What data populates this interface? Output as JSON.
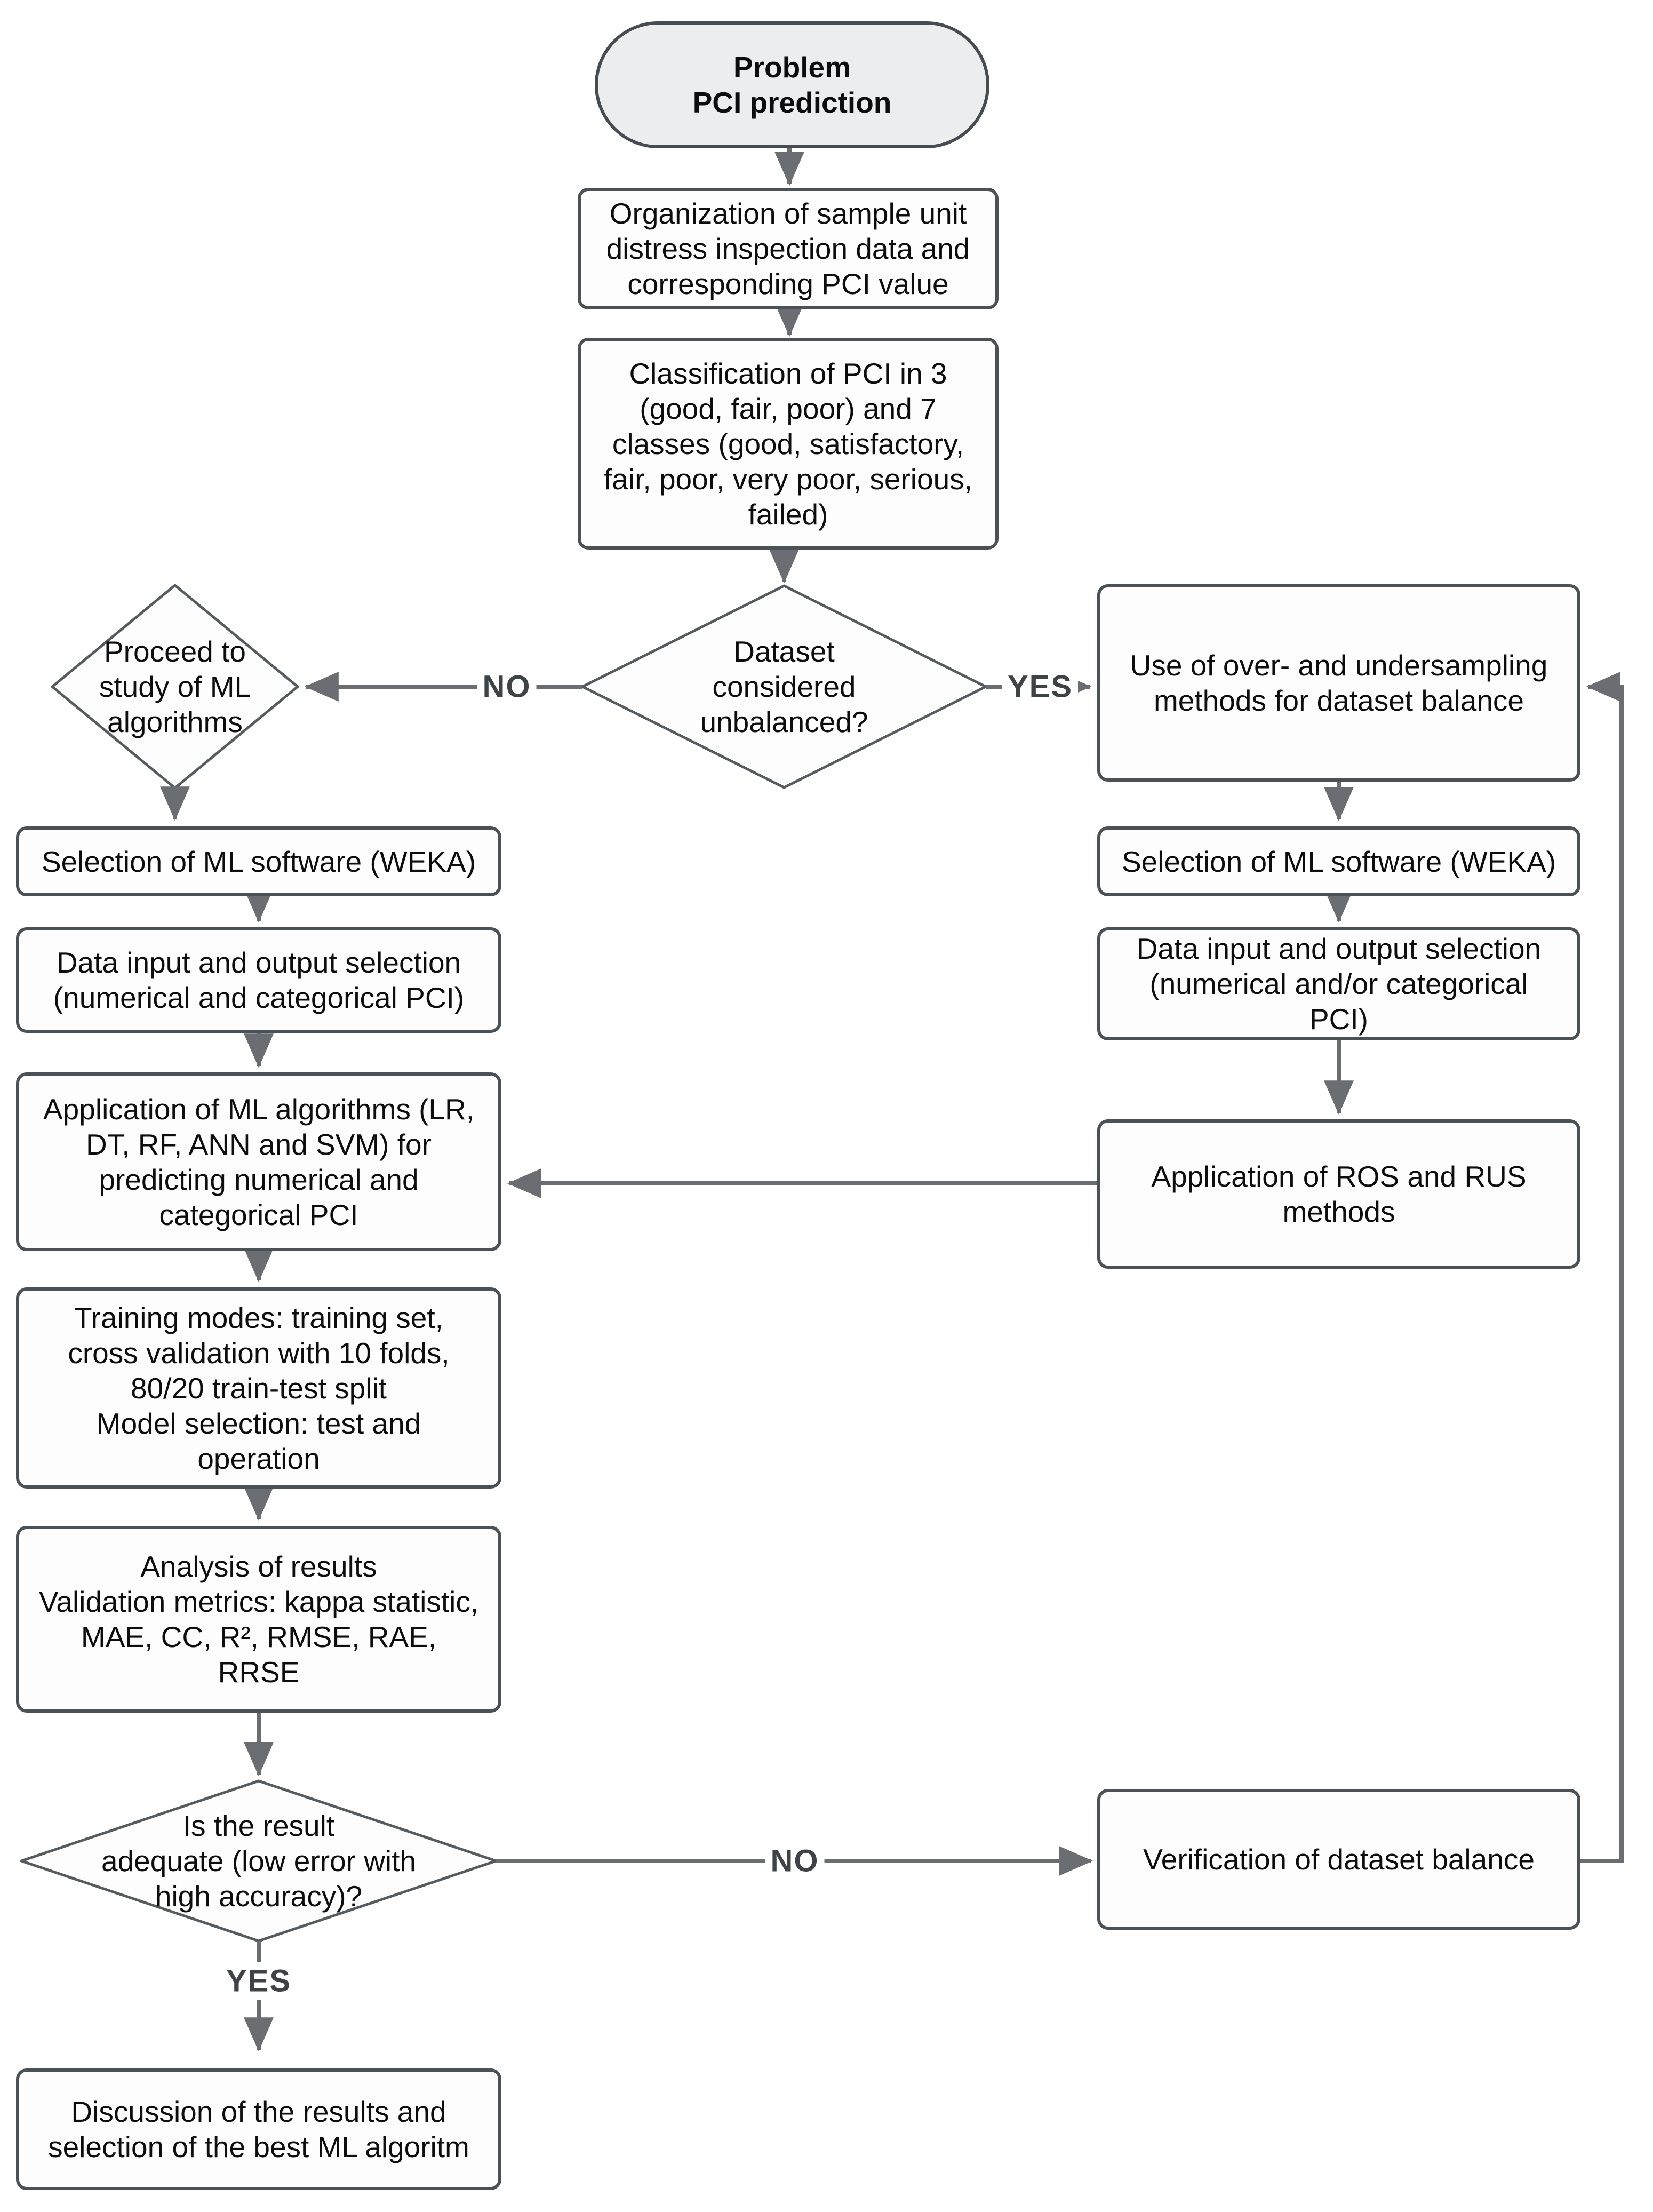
{
  "flowchart": {
    "nodes": {
      "start": {
        "label": "Problem\nPCI prediction",
        "type": "terminator"
      },
      "organize": {
        "label": "Organization of sample unit\ndistress inspection data and\ncorresponding PCI value",
        "type": "process"
      },
      "classify": {
        "label": "Classification of PCI in 3\n(good, fair, poor) and 7\nclasses (good, satisfactory,\nfair, poor, very poor, serious,\nfailed)",
        "type": "process"
      },
      "unbalanced_decision": {
        "label": "Dataset\nconsidered\nunbalanced?",
        "type": "decision"
      },
      "proceed_decision": {
        "label": "Proceed to\nstudy of ML\nalgorithms",
        "type": "decision"
      },
      "use_sampling": {
        "label": "Use of over- and undersampling\nmethods for dataset balance",
        "type": "process"
      },
      "weka_left": {
        "label": "Selection of ML software (WEKA)",
        "type": "process"
      },
      "weka_right": {
        "label": "Selection of ML software (WEKA)",
        "type": "process"
      },
      "data_io_left": {
        "label": "Data input and output selection\n(numerical and categorical PCI)",
        "type": "process"
      },
      "data_io_right": {
        "label": "Data input and output selection\n(numerical and/or categorical\nPCI)",
        "type": "process"
      },
      "apply_ml": {
        "label": "Application of ML algorithms (LR,\nDT, RF, ANN and SVM) for\npredicting numerical and\ncategorical PCI",
        "type": "process"
      },
      "ros_rus": {
        "label": "Application of ROS and RUS\nmethods",
        "type": "process"
      },
      "training_modes": {
        "label": "Training modes: training set,\ncross validation with 10 folds,\n80/20 train-test split\nModel selection: test and\noperation",
        "type": "process"
      },
      "analysis": {
        "label": "Analysis of results\nValidation metrics: kappa statistic,\nMAE, CC, R², RMSE, RAE,\nRRSE",
        "type": "process"
      },
      "adequate_decision": {
        "label": "Is the result\nadequate (low error with\nhigh accuracy)?",
        "type": "decision"
      },
      "verification": {
        "label": "Verification of dataset balance",
        "type": "process"
      },
      "discussion": {
        "label": "Discussion of the results and\nselection of the best ML algoritm",
        "type": "process"
      }
    },
    "edge_labels": {
      "no_top": "NO",
      "yes_top": "YES",
      "no_bottom": "NO",
      "yes_bottom": "YES"
    },
    "colors": {
      "box_fill": "#fdfdfd",
      "terminator_fill": "#ecedee",
      "shape_border": "#4a5157",
      "diamond_border": "#555b60",
      "arrow": "#6a6e72",
      "edge_label_text": "#3d4347",
      "text": "#0d0d0d",
      "background": "#ffffff"
    }
  }
}
